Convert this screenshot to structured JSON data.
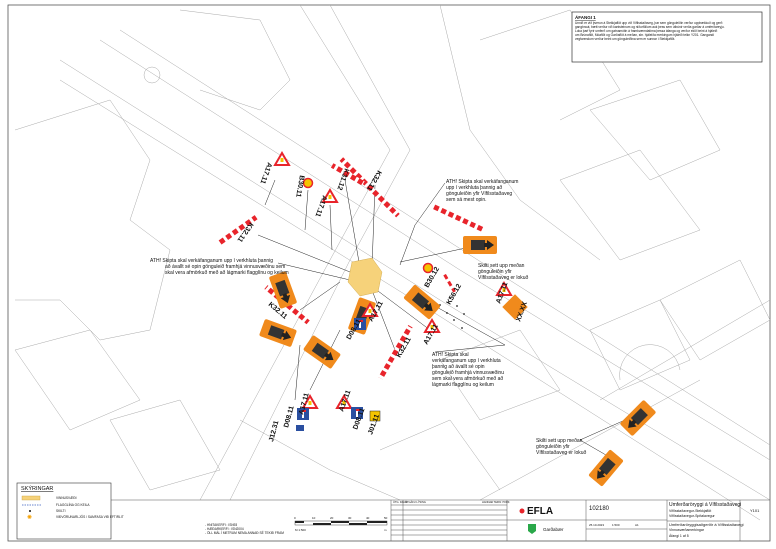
{
  "stage_box": {
    "title": "ÁFANGI 1",
    "lines": [
      "Unnið er við þverun á Stekkjaflöt upp við Vífilsstaðaveg, þar sem gönguleiðin verður upphækkuð og gerð",
      "gangbraut, bætt verður við kantsteinum og niðurföllum auk þess sem útbúnir verða garðar á umferðareyju.",
      "Loka þarf fyrir umferð um gatnamótin á framkvæmdatíma þessa áfanga og verður ekið beint á hjáleið",
      "um Brúnaflöt, Móaflöt og Garðaflöt á meðan, sbr. hjáleiða merkingum hjáleið teikn Y201. Gangandi",
      "vegfarendum verður beint um gönguleiðina sem er sunnar í Stekkjaflöt."
    ]
  },
  "notes": {
    "left": [
      "ATH! Skipta skal verkáfanganum upp í verkhluta þannig",
      "að ávallt sé opin gönguleið framhjá vinnusvæðinu sem",
      "skal vera afmörkuð með að lágmarki flagglínu og keilum"
    ],
    "top": [
      "ATH! Skipta skal verkáfanganum",
      "upp í verkhluta þannig að",
      "gönguleiðin yfir Vífilsstaðaveg",
      "sem sá mest opin."
    ],
    "right1": [
      "Skilti sett upp meðan",
      "gönguleiðin yfir",
      "Vífilsstaðaveg er lokuð"
    ],
    "bottom": [
      "ATH! Skipta skal",
      "verkáfanganum upp í verkhluta",
      "þannig að ávallt sé opin",
      "gönguleið framhjá vinnusvæðinu",
      "sem skal vera afmörkuð með að",
      "lágmarki flagglínu og keilum"
    ],
    "right2": [
      "Skilti sett upp meðan",
      "gönguleiðin yfir",
      "Vífilsstaðaveg er lokuð"
    ]
  },
  "signs": {
    "a17_1": "A17.11",
    "b30_1": "B30.11",
    "a17_2": "A17.11",
    "k31": "K31.12",
    "k32_top": "K32.11",
    "k32_left": "K32.11",
    "k32_bl": "K32.11",
    "a17_3": "A17.11",
    "d08_1": "D08.11",
    "a17_4": "A17.11",
    "k32_mid": "K32.11",
    "a17_5": "A17.11",
    "d08_2": "D08.11",
    "j12": "J12.31",
    "a17_6": "A17.11",
    "d08_3": "D08.11",
    "j01": "J01.11",
    "b30_2": "B30.12",
    "k56": "K56.12",
    "a17_7": "A17.11",
    "xx": "XX.XX"
  },
  "legend": {
    "title": "SKÝRINGAR",
    "items": [
      "VINNUSVÆÐI",
      "FLAGGLÍNA OG KEILA",
      "SKILTI",
      "VIÐVÖRUNARLJÓS / SAMFASA VIÐ EFTIRLIT"
    ]
  },
  "general_notes": [
    "- HNITAKERFI : ISN93",
    "- HÆÐARKERFI : ISN2004",
    "- ÖLL MÁL Í METRUM NEMA ANNAÐ SÉ TEKIÐ FRAM"
  ],
  "scale": {
    "label": "M 1:500",
    "ticks": [
      "0",
      "10",
      "20",
      "30",
      "40",
      "50"
    ],
    "unit": "m"
  },
  "revision_headers": [
    "ÚTG. DAGS.",
    "ÚTGÁFU LÝSING",
    "HANNAÐ  TEIKN  YFIRF."
  ],
  "title_block": {
    "company": "EFLA",
    "client": "Garðabær",
    "project_no": "102180",
    "date": "25.10.2023",
    "scale": "1:500",
    "size": "A1",
    "project_title": "Umferðaröryggi á Vífilsstaðavegi",
    "project_sub1": "Vífilsstaðavegur-Stekkjaflöt",
    "project_sub2": "Vífilsstaðavegur-Spítalavegur",
    "drawing_title": "Umferðaröryggisaðgerðir á Vífilsstaðavegi",
    "drawing_sub": "Vinnusvæðamerkingar",
    "stage": "Áfangi 1 af 5",
    "drawing_no": "Y101"
  },
  "colors": {
    "work_area": "#f6d27a",
    "barrier_red": "#e8242b",
    "sign_orange": "#f08a1c",
    "sign_blue": "#2a4fa0"
  }
}
